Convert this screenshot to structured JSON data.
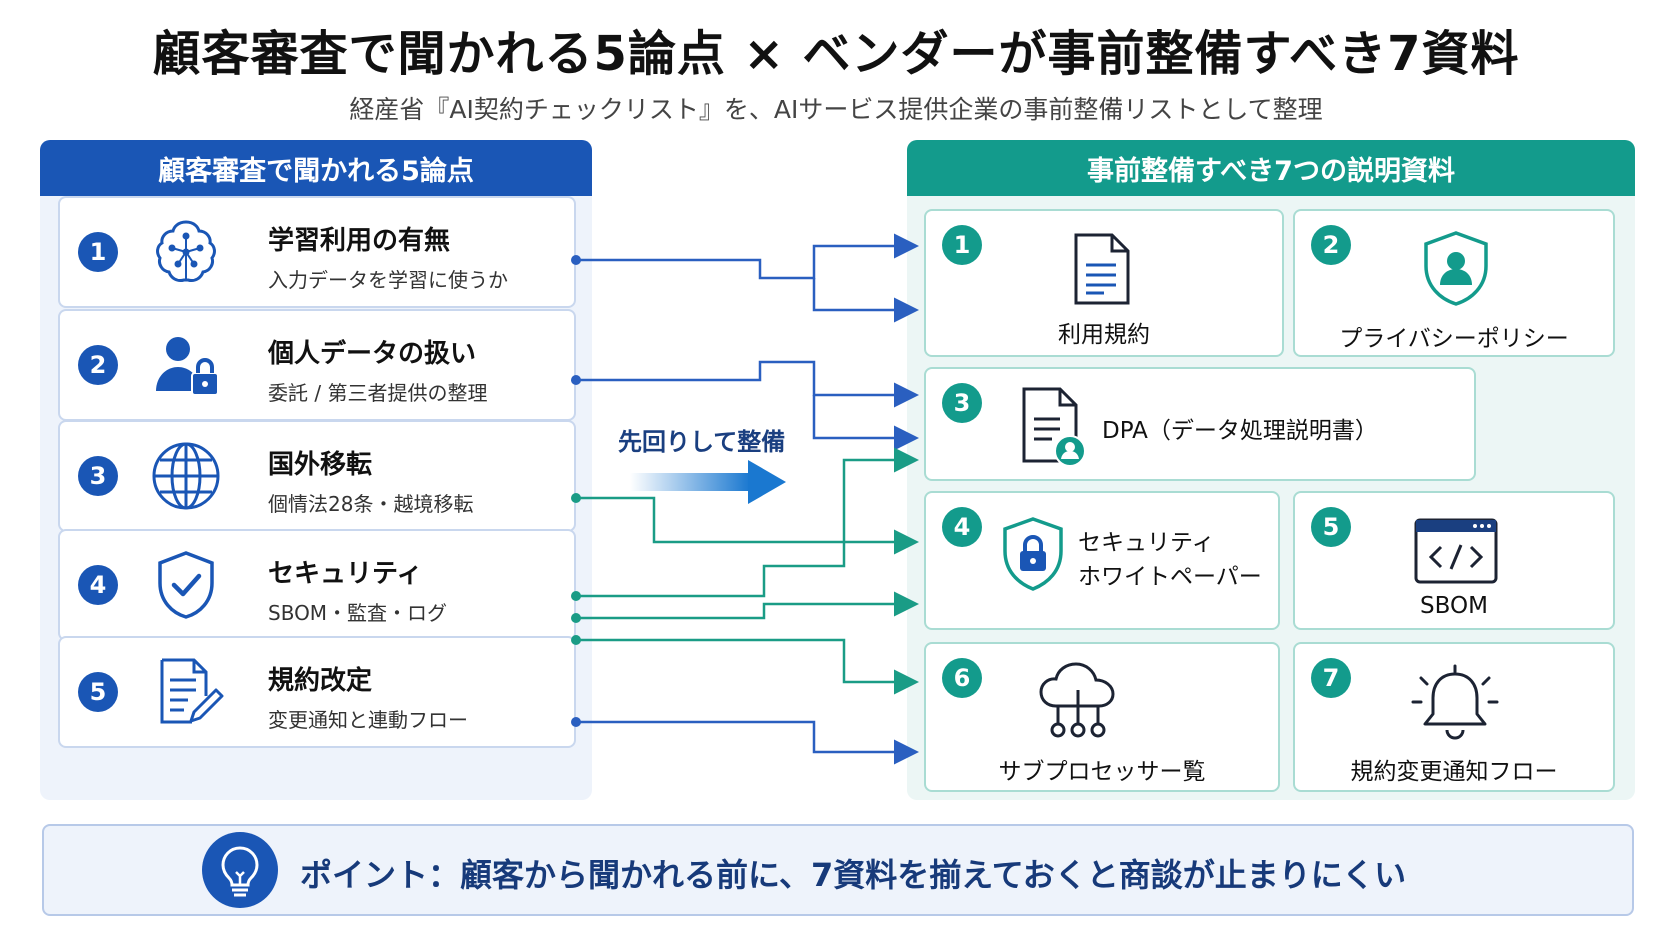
{
  "title": "顧客審査で聞かれる5論点 × ベンダーが事前整備すべき7資料",
  "subtitle": "経産省『AI契約チェックリスト』を、AIサービス提供企業の事前整備リストとして整理",
  "left_panel": {
    "header": "顧客審査で聞かれる5論点",
    "items": [
      {
        "num": "1",
        "title": "学習利用の有無",
        "sub": "入力データを学習に使うか",
        "icon": "brain-network-icon"
      },
      {
        "num": "2",
        "title": "個人データの扱い",
        "sub": "委託 / 第三者提供の整理",
        "icon": "user-lock-icon"
      },
      {
        "num": "3",
        "title": "国外移転",
        "sub": "個情法28条・越境移転",
        "icon": "globe-icon"
      },
      {
        "num": "4",
        "title": "セキュリティ",
        "sub": "SBOM・監査・ログ",
        "icon": "shield-check-icon"
      },
      {
        "num": "5",
        "title": "規約改定",
        "sub": "変更通知と連動フロー",
        "icon": "document-edit-icon"
      }
    ]
  },
  "middle": {
    "label": "先回りして整備"
  },
  "right_panel": {
    "header": "事前整備すべき7つの説明資料",
    "items": [
      {
        "num": "1",
        "label": "利用規約",
        "icon": "document-icon"
      },
      {
        "num": "2",
        "label": "プライバシーポリシー",
        "icon": "shield-user-icon"
      },
      {
        "num": "3",
        "label": "DPA（データ処理説明書）",
        "icon": "document-user-icon"
      },
      {
        "num": "4",
        "label1": "セキュリティ",
        "label2": "ホワイトペーパー",
        "icon": "shield-lock-icon"
      },
      {
        "num": "5",
        "label": "SBOM",
        "icon": "code-window-icon"
      },
      {
        "num": "6",
        "label": "サブプロセッサー覧",
        "icon": "cloud-network-icon"
      },
      {
        "num": "7",
        "label": "規約変更通知フロー",
        "icon": "bell-icon"
      }
    ]
  },
  "point": {
    "text": "ポイント：顧客から聞かれる前に、7資料を揃えておくと商談が止まりにくい",
    "icon": "lightbulb-icon"
  },
  "colors": {
    "blue": "#1a56b5",
    "teal": "#139b8c",
    "blue_line": "#2a5fc0",
    "teal_line": "#1a9c86"
  }
}
